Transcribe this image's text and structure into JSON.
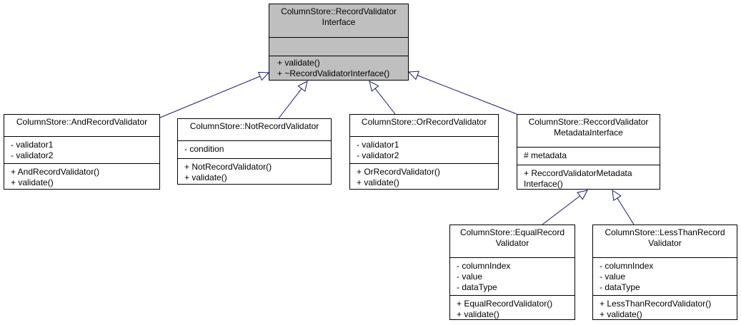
{
  "classes": {
    "root": {
      "title": [
        "ColumnStore::RecordValidator",
        "Interface"
      ],
      "attributes": [],
      "methods": [
        "+ validate()",
        "+ ~RecordValidatorInterface()"
      ]
    },
    "and": {
      "title": [
        "ColumnStore::AndRecordValidator"
      ],
      "attributes": [
        "- validator1",
        "- validator2"
      ],
      "methods": [
        "+ AndRecordValidator()",
        "+ validate()"
      ]
    },
    "not": {
      "title": [
        "ColumnStore::NotRecordValidator"
      ],
      "attributes": [
        "- condition"
      ],
      "methods": [
        "+ NotRecordValidator()",
        "+ validate()"
      ]
    },
    "or": {
      "title": [
        "ColumnStore::OrRecordValidator"
      ],
      "attributes": [
        "- validator1",
        "- validator2"
      ],
      "methods": [
        "+ OrRecordValidator()",
        "+ validate()"
      ]
    },
    "meta": {
      "title": [
        "ColumnStore::ReccordValidator",
        "MetadataInterface"
      ],
      "attributes": [
        "# metadata"
      ],
      "methods": [
        "+ ReccordValidatorMetadata",
        "Interface()"
      ]
    },
    "equal": {
      "title": [
        "ColumnStore::EqualRecord",
        "Validator"
      ],
      "attributes": [
        "- columnIndex",
        "- value",
        "- dataType"
      ],
      "methods": [
        "+ EqualRecordValidator()",
        "+ validate()"
      ]
    },
    "less": {
      "title": [
        "ColumnStore::LessThanRecord",
        "Validator"
      ],
      "attributes": [
        "- columnIndex",
        "- value",
        "- dataType"
      ],
      "methods": [
        "+ LessThanRecordValidator()",
        "+ validate()"
      ]
    }
  },
  "inheritance": [
    {
      "child": "and",
      "parent": "root"
    },
    {
      "child": "not",
      "parent": "root"
    },
    {
      "child": "or",
      "parent": "root"
    },
    {
      "child": "meta",
      "parent": "root"
    },
    {
      "child": "equal",
      "parent": "meta"
    },
    {
      "child": "less",
      "parent": "meta"
    }
  ],
  "colors": {
    "root_fill": "#bfbfbf",
    "edge": "#191970"
  }
}
